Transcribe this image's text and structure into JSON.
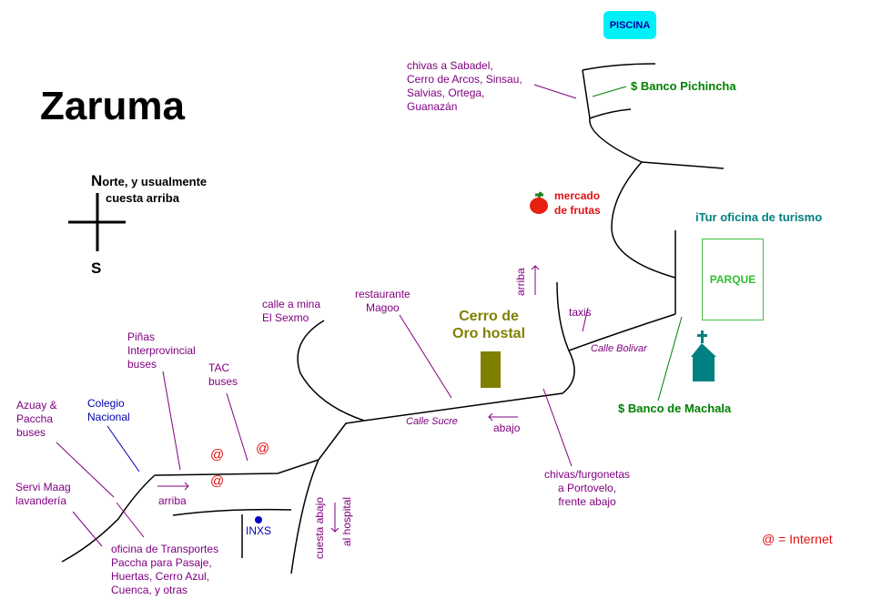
{
  "title": "Zaruma",
  "compass": {
    "north_initial": "N",
    "north_rest": "orte, y usualmente",
    "north_line2": "cuesta arriba",
    "south": "S"
  },
  "piscina": "PISCINA",
  "parque": "PARQUE",
  "hostal": {
    "line1": "Cerro de",
    "line2": "Oro hostal"
  },
  "labels": {
    "chivas_sabadel": [
      "chivas a Sabadel,",
      "Cerro de Arcos, Sinsau,",
      "Salvias, Ortega,",
      "Guanazán"
    ],
    "banco_pichincha": "$ Banco Pichincha",
    "mercado": [
      "mercado",
      "de frutas"
    ],
    "itur": "iTur  oficina de turismo",
    "calle_mina": [
      "calle a mina",
      "El Sexmo"
    ],
    "restaurante": [
      "restaurante",
      "Magoo"
    ],
    "arriba_vertical": "arriba",
    "taxis": "taxis",
    "calle_bolivar": "Calle Bolivar",
    "banco_machala": "$ Banco de Machala",
    "pinas": [
      "Piñas",
      "Interprovincial",
      "buses"
    ],
    "tac": [
      "TAC",
      "buses"
    ],
    "azuay": [
      "Azuay &",
      "Paccha",
      "buses"
    ],
    "colegio": [
      "Colegio",
      "Nacional"
    ],
    "calle_sucre": "Calle Sucre",
    "abajo": "abajo",
    "servi": [
      "Servi Maag",
      "lavandería"
    ],
    "arriba_bottom": "arriba",
    "inxs": "INXS",
    "cuesta_abajo": "cuesta abajo",
    "al_hospital": "al hospital",
    "chivas_portovelo": [
      "chivas/furgonetas",
      "a Portovelo,",
      "frente abajo"
    ],
    "oficina_transportes": [
      "oficina de Transportes",
      "Paccha para Pasaje,",
      "Huertas, Cerro Azul,",
      "Cuenca, y otras"
    ],
    "internet_legend": "@ = Internet",
    "at_symbol": "@"
  },
  "colors": {
    "street": "#000000",
    "pointer": "#800080",
    "bank": "#008000",
    "church": "#008080",
    "hostal": "#808000",
    "internet": "#e01010",
    "piscina": "#00f0f8"
  },
  "icons": [
    "apple-icon",
    "church-icon",
    "arrow-right-icon",
    "arrow-left-icon",
    "arrow-up-icon",
    "arrow-down-icon",
    "internet-dot-icon"
  ]
}
